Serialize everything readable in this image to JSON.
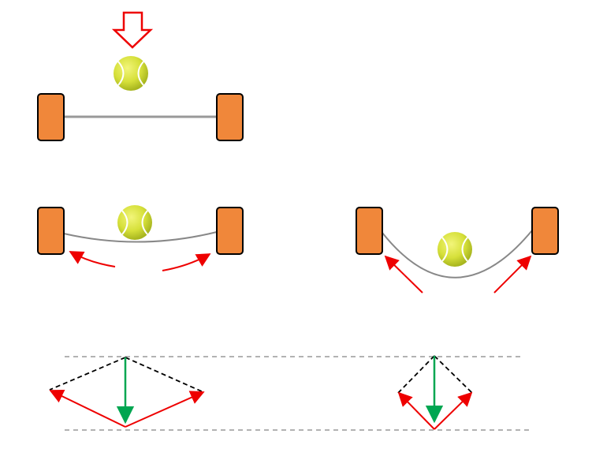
{
  "diagram": {
    "panels": [
      {
        "id": "drop",
        "description_visible": false
      },
      {
        "id": "shallow-sag"
      },
      {
        "id": "deep-sag"
      }
    ],
    "colors": {
      "post_fill": "#f0873a",
      "post_stroke": "#000000",
      "string": "#999999",
      "ball": "#d4e03c",
      "force_arrow": "#ee0000",
      "resultant_arrow": "#00a651",
      "guide_dashed": "#999999",
      "parallelogram_dashed": "#000000",
      "drop_arrow_outline": "#ee0000"
    },
    "icons": [
      "down-arrow-icon",
      "tennis-ball-icon",
      "post-icon"
    ]
  }
}
